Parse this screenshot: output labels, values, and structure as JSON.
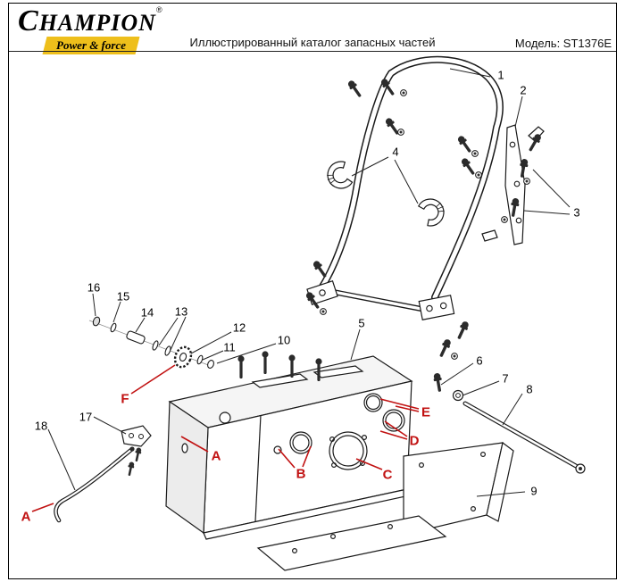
{
  "header": {
    "brand": "CHAMPION",
    "registered_mark": "®",
    "tagline": "Power & force",
    "title": "Иллюстрированный каталог запасных частей",
    "model": "Модель: ST1376E"
  },
  "colors": {
    "tagline_background": "#eebf1b",
    "callout_letter_red": "#c11212",
    "line_color": "#1a1a1a"
  },
  "diagram": {
    "callouts": [
      {
        "label": "1"
      },
      {
        "label": "2"
      },
      {
        "label": "3"
      },
      {
        "label": "4"
      },
      {
        "label": "5"
      },
      {
        "label": "6"
      },
      {
        "label": "7"
      },
      {
        "label": "8"
      },
      {
        "label": "9"
      },
      {
        "label": "10"
      },
      {
        "label": "11"
      },
      {
        "label": "12"
      },
      {
        "label": "13"
      },
      {
        "label": "14"
      },
      {
        "label": "15"
      },
      {
        "label": "16"
      },
      {
        "label": "17"
      },
      {
        "label": "18"
      }
    ],
    "letters": [
      {
        "label": "A"
      },
      {
        "label": "A"
      },
      {
        "label": "B"
      },
      {
        "label": "C"
      },
      {
        "label": "D"
      },
      {
        "label": "E"
      },
      {
        "label": "F"
      }
    ]
  }
}
